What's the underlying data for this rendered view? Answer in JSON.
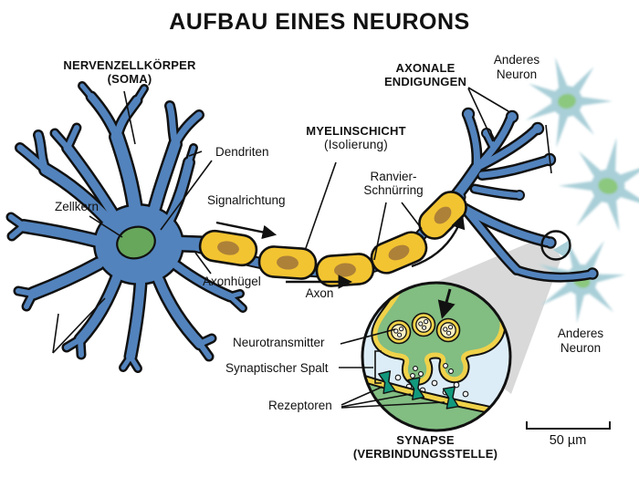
{
  "title": "AUFBAU EINES NEURONS",
  "labels": {
    "cell_body": {
      "line1": "NERVENZELLKÖRPER",
      "line2": "(SOMA)"
    },
    "dendrites": "Dendriten",
    "nucleus": "Zellkern",
    "signal_direction": "Signalrichtung",
    "axon_hillock": "Axonhügel",
    "axon": "Axon",
    "myelin": {
      "line1": "MYELINSCHICHT",
      "line2": "(Isolierung)"
    },
    "ranvier": {
      "line1": "Ranvier-",
      "line2": "Schnürring"
    },
    "axon_terminals": {
      "line1": "AXONALE",
      "line2": "ENDIGUNGEN"
    },
    "other_neuron": {
      "line1": "Anderes",
      "line2": "Neuron"
    },
    "neurotransmitter": "Neurotransmitter",
    "synaptic_cleft": "Synaptischer Spalt",
    "receptors": "Rezeptoren",
    "synapse": {
      "line1": "SYNAPSE",
      "line2": "(VERBINDUNGSSTELLE)"
    },
    "scale": "50 µm"
  },
  "colors": {
    "neuron_blue": "#5283bd",
    "nucleus_green": "#67a75c",
    "myelin_yellow": "#f3c431",
    "myelin_core": "#ad8138",
    "light_neuron": "#a9cfd8",
    "light_nucleus": "#8cc87d",
    "inset_bg": "#ddedf7",
    "inset_green": "#82bd82",
    "membrane_yellow": "#f0d24a",
    "vesicle_inner": "#fbf0c4",
    "receptor_teal": "#12997d",
    "cone_gray": "#d9d9d9",
    "outline": "#111111"
  }
}
